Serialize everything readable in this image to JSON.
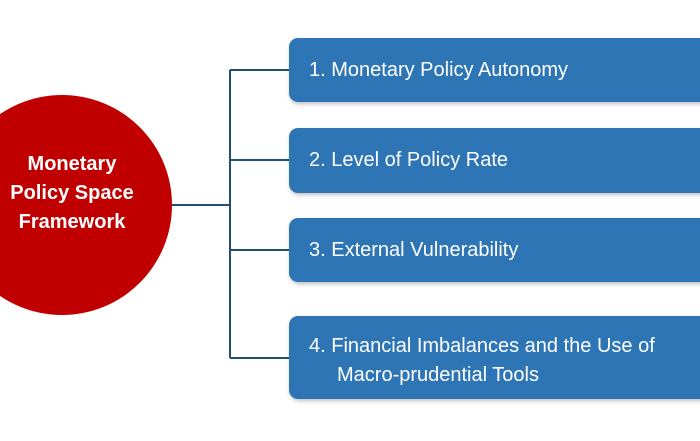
{
  "center": {
    "label": "Monetary\nPolicy Space\nFramework"
  },
  "items": [
    {
      "label": "1. Monetary Policy Autonomy"
    },
    {
      "label": "2. Level of Policy Rate"
    },
    {
      "label": "3. External Vulnerability"
    },
    {
      "label_line1": "4. Financial Imbalances and the Use of",
      "label_line2": "Macro-prudential Tools"
    }
  ],
  "colors": {
    "center_fill": "#c00000",
    "box_fill": "#2e75b6",
    "connector": "#1f4e79",
    "text": "#ffffff"
  }
}
